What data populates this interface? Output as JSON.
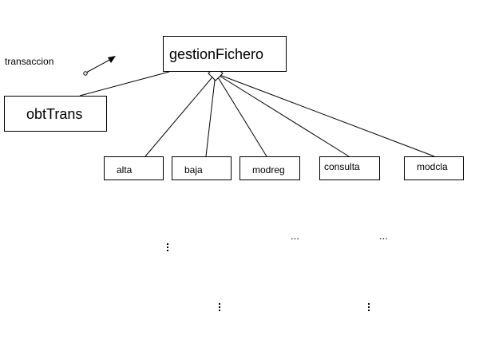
{
  "diagram": {
    "root": {
      "label": "gestionFichero"
    },
    "side_module": {
      "label": "obtTrans"
    },
    "flow_label": "transaccion",
    "children": [
      {
        "label": "alta"
      },
      {
        "label": "baja"
      },
      {
        "label": "modreg"
      },
      {
        "label": "consulta"
      },
      {
        "label": "modcla"
      }
    ],
    "ellipsis": "..."
  }
}
